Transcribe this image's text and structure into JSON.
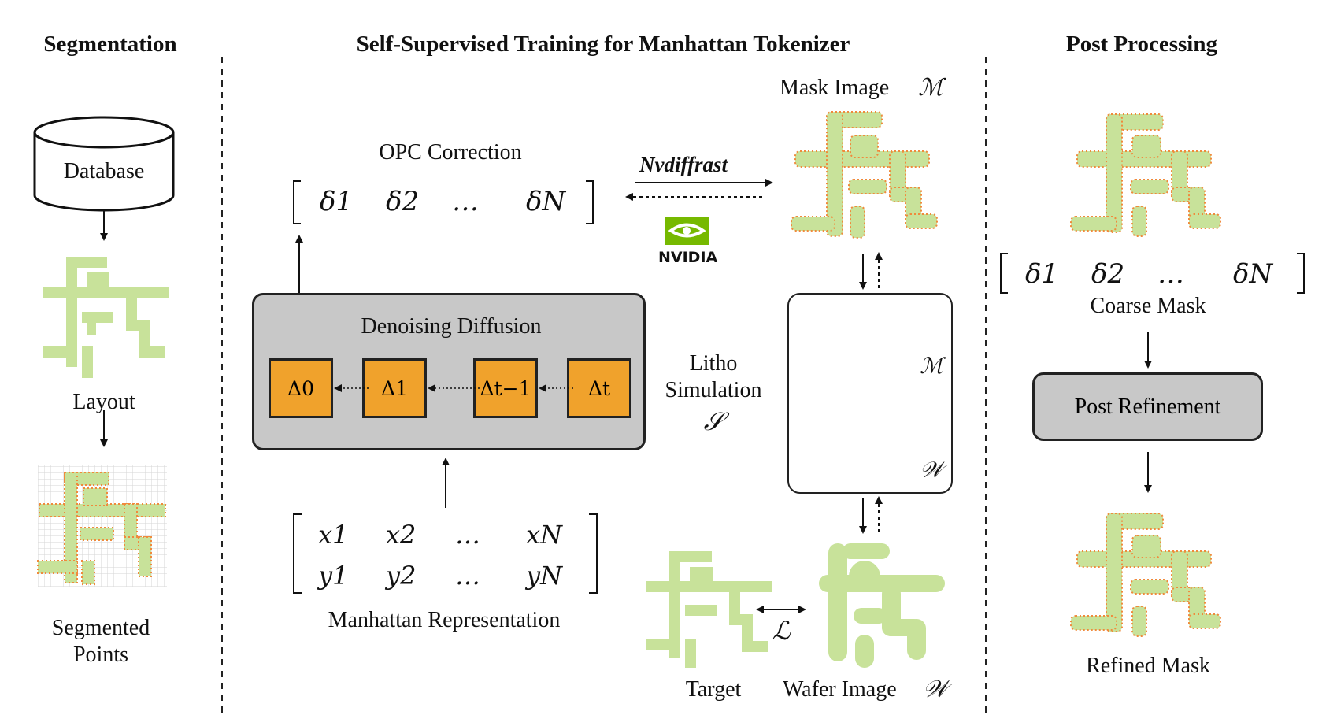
{
  "headers": {
    "segmentation": "Segmentation",
    "training": "Self-Supervised Training for Manhattan Tokenizer",
    "post": "Post Processing"
  },
  "segmentation": {
    "database": "Database",
    "layout": "Layout",
    "segmented_line1": "Segmented",
    "segmented_line2": "Points"
  },
  "training": {
    "opc_title": "OPC Correction",
    "opc_tokens": [
      "δ1",
      "δ2",
      "…",
      "δN"
    ],
    "nvdiffrast": "Nvdiffrast",
    "nvidia_logo_text": "NVIDIA",
    "mask_image": "Mask Image",
    "mask_symbol": "ℳ",
    "diffusion_title": "Denoising Diffusion",
    "diffusion_tokens": [
      "Δ0",
      "Δ1",
      "Δt−1",
      "Δt"
    ],
    "litho_line1": "Litho",
    "litho_line2": "Simulation",
    "litho_symbol": "𝒮",
    "optics_mask_symbol": "ℳ",
    "optics_wafer_symbol": "𝒲",
    "manhattan_row1": [
      "x1",
      "x2",
      "…",
      "xN"
    ],
    "manhattan_row2": [
      "y1",
      "y2",
      "…",
      "yN"
    ],
    "manhattan_caption": "Manhattan Representation",
    "loss_symbol": "ℒ",
    "target": "Target",
    "wafer_image": "Wafer Image",
    "wafer_symbol": "𝒲"
  },
  "post": {
    "coarse_tokens": [
      "δ1",
      "δ2",
      "…",
      "δN"
    ],
    "coarse_mask": "Coarse Mask",
    "post_refinement": "Post Refinement",
    "refined_mask": "Refined Mask"
  },
  "colors": {
    "pattern_green": "#c8e29a",
    "pattern_edge": "#f08a3c",
    "token_orange": "#f0a22c",
    "box_gray": "#c8c8c8",
    "nvidia_green": "#76b900",
    "optics_blue": "#7f8fd8",
    "optics_dash": "#f0b43c"
  }
}
